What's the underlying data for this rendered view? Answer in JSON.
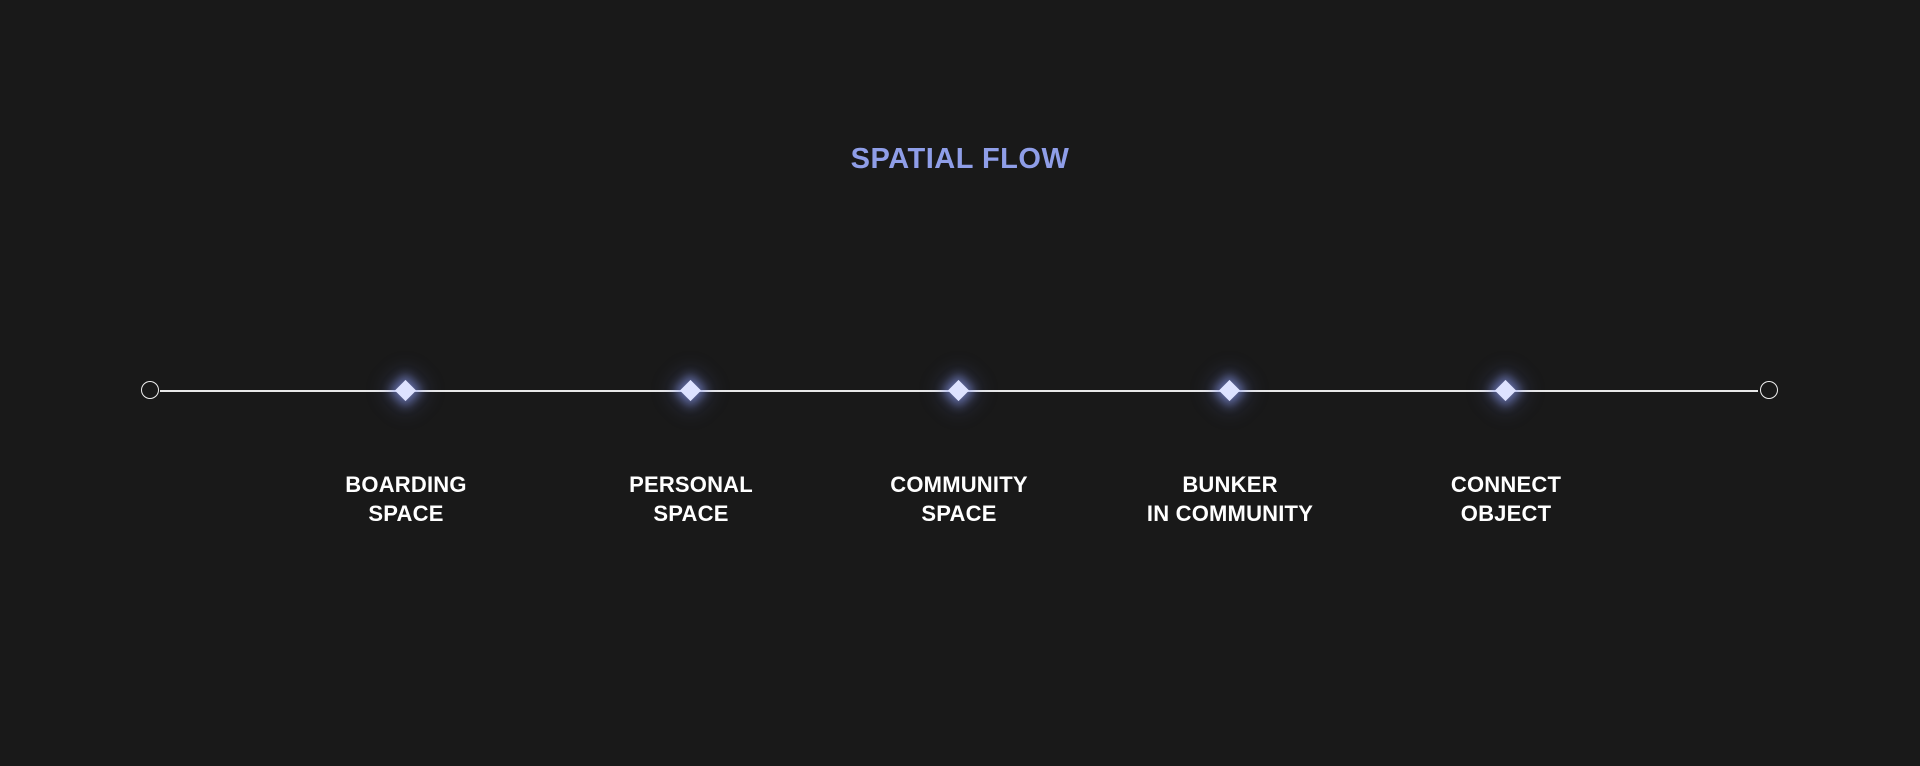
{
  "diagram": {
    "title": "SPATIAL FLOW",
    "accent_color": "#8f9ee8",
    "line_color": "#e8e8e8",
    "node_color": "#dde2ff",
    "stops": [
      {
        "line1": "BOARDING",
        "line2": "SPACE"
      },
      {
        "line1": "PERSONAL",
        "line2": "SPACE"
      },
      {
        "line1": "COMMUNITY",
        "line2": "SPACE"
      },
      {
        "line1": "BUNKER",
        "line2": "IN COMMUNITY"
      },
      {
        "line1": "CONNECT",
        "line2": "OBJECT"
      }
    ]
  }
}
